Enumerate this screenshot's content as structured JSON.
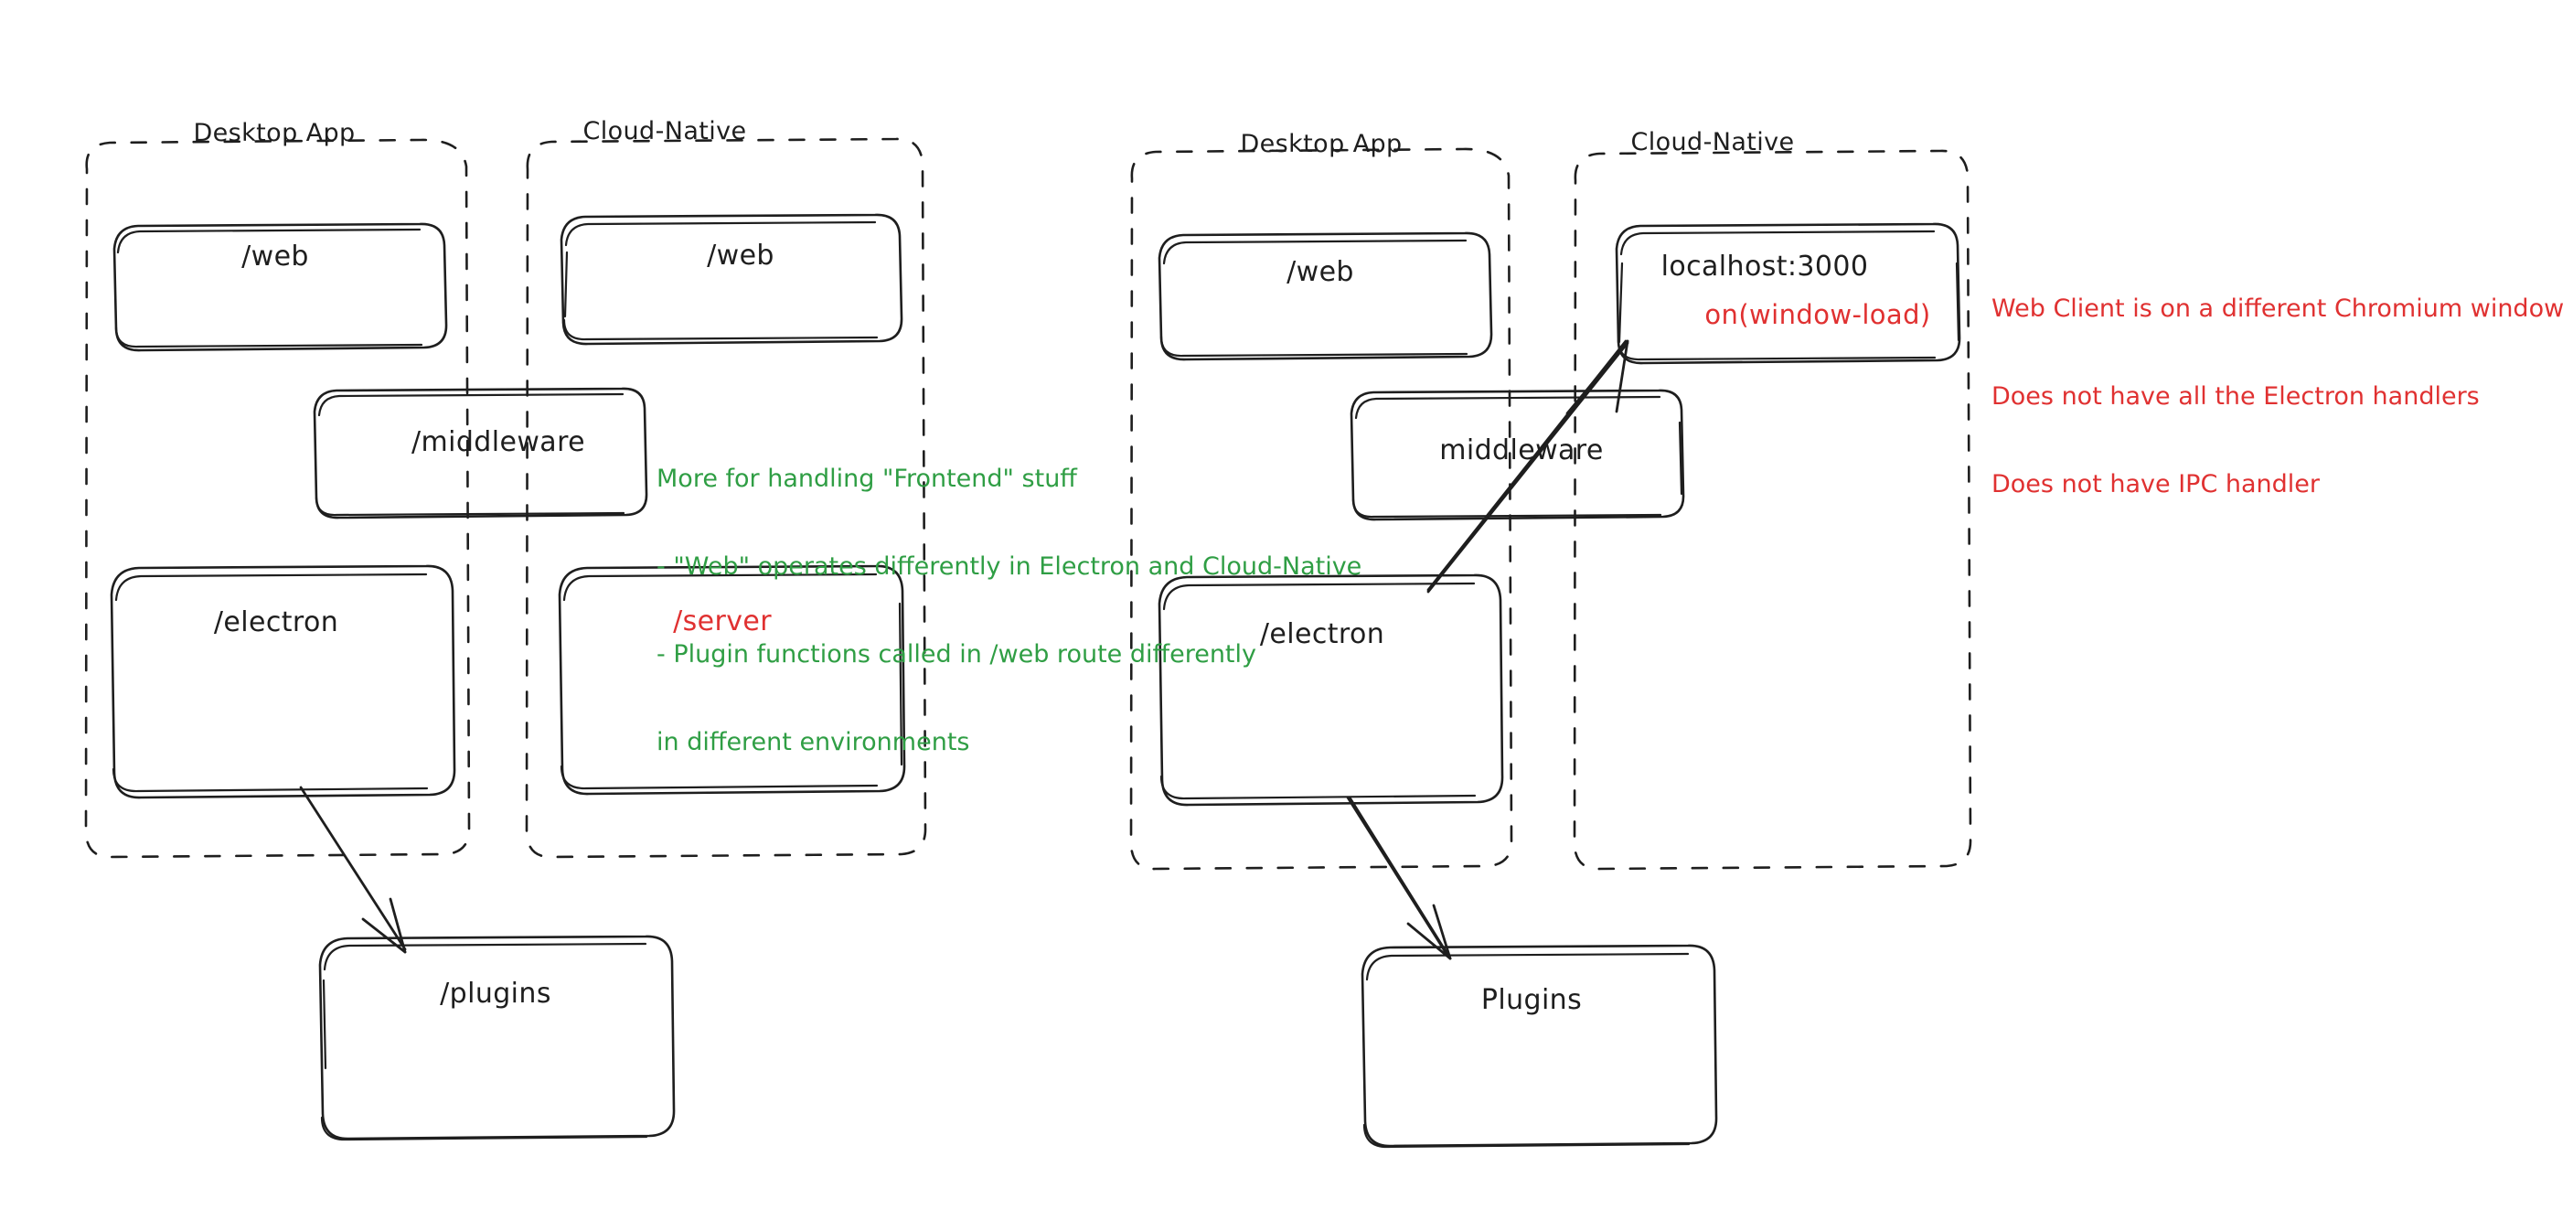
{
  "meta": {
    "canvas_background": "#ffffff",
    "ink_color": "#1e1e1e",
    "red_color": "#e03131",
    "green_color": "#2f9e44",
    "style": "hand-drawn-excalidraw"
  },
  "left_diagram": {
    "groups": [
      {
        "label": "Desktop App"
      },
      {
        "label": "Cloud-Native"
      }
    ],
    "nodes": {
      "web_desktop": "/web",
      "web_cloud": "/web",
      "middleware": "/middleware",
      "electron": "/electron",
      "server": "/server",
      "plugins": "/plugins"
    },
    "note_green": [
      "More for handling \"Frontend\" stuff",
      "- \"Web\" operates differently in Electron and Cloud-Native",
      "- Plugin functions called in /web route differently",
      "in different environments"
    ]
  },
  "right_diagram": {
    "groups": [
      {
        "label": "Desktop App"
      },
      {
        "label": "Cloud-Native"
      }
    ],
    "nodes": {
      "web_desktop": "/web",
      "localhost": "localhost:3000",
      "localhost_sub": "on(window-load)",
      "middleware": "middleware",
      "electron": "/electron",
      "plugins": "Plugins"
    },
    "note_red": [
      "Web Client is on a different Chromium window",
      "Does not have all the Electron handlers",
      "Does not have IPC handler"
    ]
  }
}
